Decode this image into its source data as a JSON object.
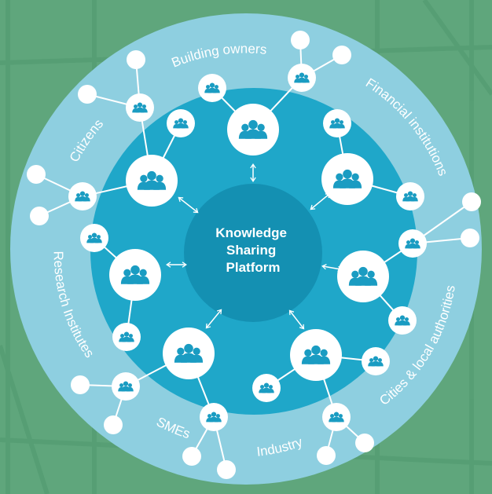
{
  "center": {
    "lines": [
      "Knowledge",
      "Sharing",
      "Platform"
    ]
  },
  "stakeholders": [
    "Building owners",
    "Financial institutions",
    "Cities & local authorities",
    "Industry",
    "SMEs",
    "Research Institutes",
    "Citizens"
  ],
  "icon": "people-group-icon",
  "colors": {
    "background": "#5fa67c",
    "outer_ring": "#8ecfe0",
    "middle_ring": "#1fa7c9",
    "center": "#1490b2",
    "node": "#ffffff",
    "icon": "#1a9cc2",
    "line": "#ffffff"
  }
}
